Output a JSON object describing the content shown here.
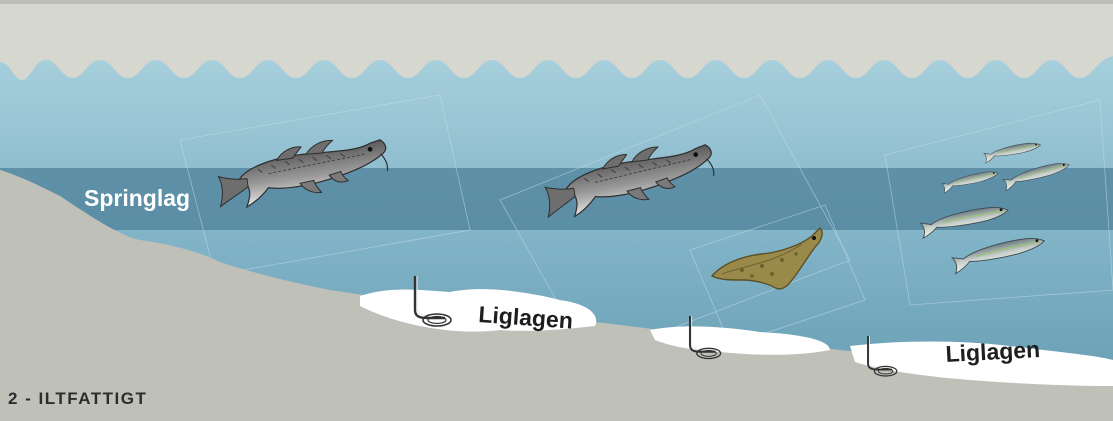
{
  "labels": {
    "thermocline": "Springlag",
    "sediment_left": "Liglagen",
    "sediment_right": "Liglagen"
  },
  "caption": "2 - ILTFATTIGT",
  "colors": {
    "sky": "#d6d7cf",
    "water_top": "#9ac6d6",
    "water_bottom": "#6ea3b8",
    "thermocline_band": "#4e8299",
    "seabed": "#bfc0b8",
    "sediment": "#ffffff",
    "caption_text": "#2d2d2d"
  },
  "icons": [
    "cod-fish",
    "flatfish",
    "herring-school",
    "worm-tube"
  ]
}
